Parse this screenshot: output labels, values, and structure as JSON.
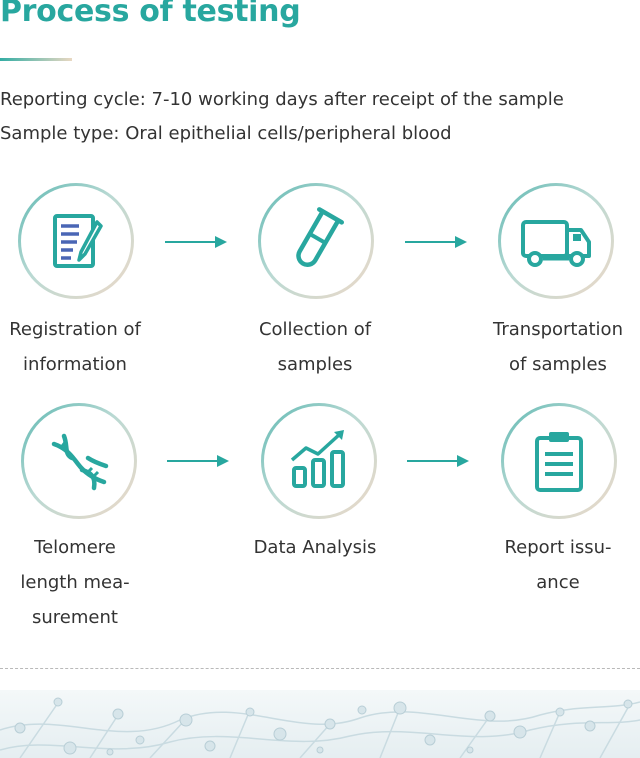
{
  "header": {
    "title": "Process of testing"
  },
  "info": {
    "reporting_cycle": "Reporting cycle: 7-10 working days after receipt of the sample",
    "sample_type": "Sample type: Oral epithelial cells/peripheral blood"
  },
  "steps": [
    {
      "label_line1": "Registration of",
      "label_line2": "information",
      "icon": "registration-form-icon"
    },
    {
      "label_line1": "Collection of",
      "label_line2": "samples",
      "icon": "test-tube-icon"
    },
    {
      "label_line1": "Transportation",
      "label_line2": "of samples",
      "icon": "delivery-truck-icon"
    },
    {
      "label_line1": "Telomere",
      "label_line2": "length mea-",
      "label_line3": "surement",
      "icon": "dna-helix-icon"
    },
    {
      "label_line1": "Data Analysis",
      "icon": "bar-chart-trend-icon"
    },
    {
      "label_line1": "Report issu-",
      "label_line2": "ance",
      "icon": "clipboard-report-icon"
    }
  ],
  "colors": {
    "accent": "#28a79f",
    "text": "#333333",
    "ring_end": "#efd9c8"
  }
}
